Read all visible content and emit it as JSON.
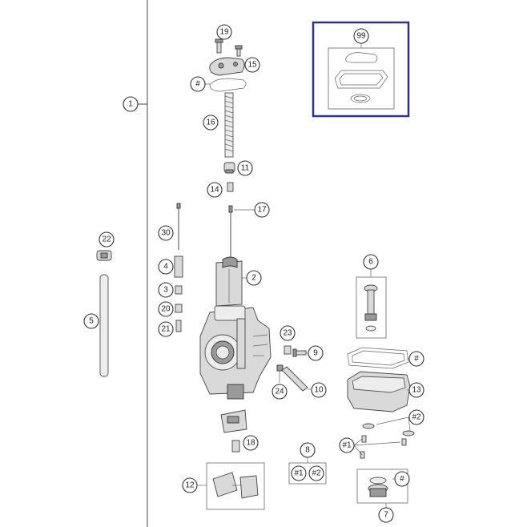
{
  "callouts": {
    "c1": "1",
    "c2": "2",
    "c3": "3",
    "c4": "4",
    "c5": "5",
    "c6": "6",
    "c7": "7",
    "c8": "8",
    "c9": "9",
    "c10": "10",
    "c11": "11",
    "c12": "12",
    "c13": "13",
    "c14": "14",
    "c15": "15",
    "c16": "16",
    "c17": "17",
    "c18": "18",
    "c19": "19",
    "c20": "20",
    "c21": "21",
    "c22": "22",
    "c23": "23",
    "c24": "24",
    "c30": "30",
    "c99": "99",
    "hash_a": "#",
    "hash_b": "#",
    "hash_c": "#",
    "hash_d": "#",
    "hash1_a": "#1",
    "hash1_b": "#1",
    "hash2_a": "#2",
    "hash2_b": "#2"
  },
  "colors": {
    "highlight_border": "#2e3192",
    "line": "#333333",
    "part_fill": "#d9d9d9"
  }
}
